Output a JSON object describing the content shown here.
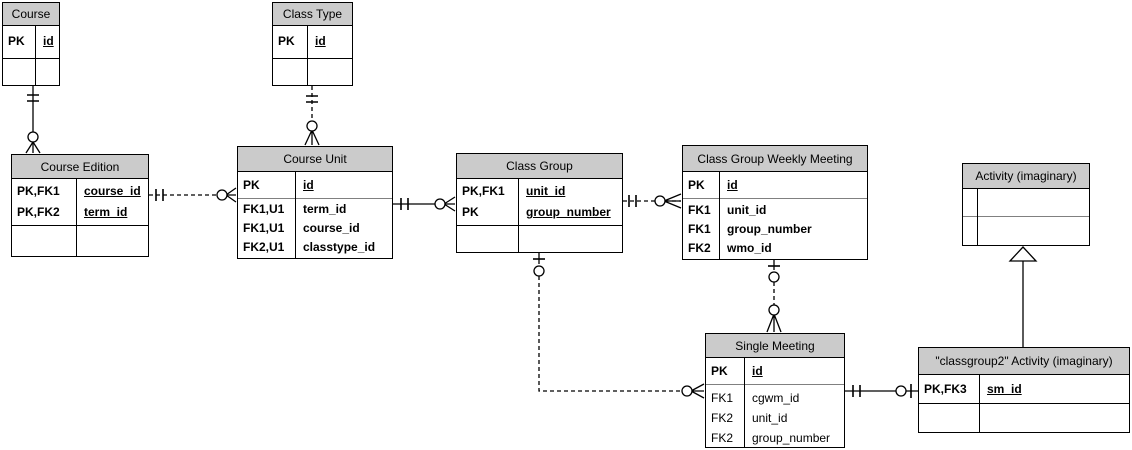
{
  "diagram": {
    "background_color": "#ffffff",
    "entity_header_fill": "#cbcbcb",
    "line_color": "#000000",
    "section_separator_color": "#808080",
    "notation": "crow's foot"
  },
  "entities": [
    {
      "id": "course",
      "title": "Course",
      "key_rows": [
        {
          "key": "PK",
          "field": "id"
        }
      ],
      "attr_rows": []
    },
    {
      "id": "class-type",
      "title": "Class Type",
      "key_rows": [
        {
          "key": "PK",
          "field": "id"
        }
      ],
      "attr_rows": []
    },
    {
      "id": "course-edition",
      "title": "Course Edition",
      "key_rows": [
        {
          "key": "PK,FK1",
          "field": "course_id"
        },
        {
          "key": "PK,FK2",
          "field": "term_id"
        }
      ],
      "attr_rows": []
    },
    {
      "id": "course-unit",
      "title": "Course Unit",
      "key_rows": [
        {
          "key": "PK",
          "field": "id"
        }
      ],
      "attr_rows": [
        {
          "key": "FK1,U1",
          "field": "term_id"
        },
        {
          "key": "FK1,U1",
          "field": "course_id"
        },
        {
          "key": "FK2,U1",
          "field": "classtype_id"
        }
      ]
    },
    {
      "id": "class-group",
      "title": "Class Group",
      "key_rows": [
        {
          "key": "PK,FK1",
          "field": "unit_id"
        },
        {
          "key": "PK",
          "field": "group_number"
        }
      ],
      "attr_rows": []
    },
    {
      "id": "class-group-weekly-meeting",
      "title": "Class Group Weekly Meeting",
      "key_rows": [
        {
          "key": "PK",
          "field": "id"
        }
      ],
      "attr_rows": [
        {
          "key": "FK1",
          "field": "unit_id"
        },
        {
          "key": "FK1",
          "field": "group_number"
        },
        {
          "key": "FK2",
          "field": "wmo_id"
        }
      ]
    },
    {
      "id": "activity-imaginary",
      "title": "Activity (imaginary)",
      "key_rows": [],
      "attr_rows": []
    },
    {
      "id": "single-meeting",
      "title": "Single Meeting",
      "key_rows": [
        {
          "key": "PK",
          "field": "id"
        }
      ],
      "attr_rows": [
        {
          "key": "FK1",
          "field": "cgwm_id"
        },
        {
          "key": "FK2",
          "field": "unit_id"
        },
        {
          "key": "FK2",
          "field": "group_number"
        }
      ]
    },
    {
      "id": "classgroup2-activity",
      "title": "\"classgroup2\" Activity (imaginary)",
      "key_rows": [
        {
          "key": "PK,FK3",
          "field": "sm_id"
        }
      ],
      "attr_rows": []
    }
  ],
  "relationships": [
    {
      "from": "Course",
      "to": "Course Edition",
      "from_cardinality": "exactly-one",
      "to_cardinality": "zero-or-many",
      "line": "solid"
    },
    {
      "from": "Class Type",
      "to": "Course Unit",
      "from_cardinality": "exactly-one",
      "to_cardinality": "zero-or-many",
      "line": "dashed"
    },
    {
      "from": "Course Edition",
      "to": "Course Unit",
      "from_cardinality": "exactly-one",
      "to_cardinality": "zero-or-many",
      "line": "dashed"
    },
    {
      "from": "Course Unit",
      "to": "Class Group",
      "from_cardinality": "exactly-one",
      "to_cardinality": "zero-or-many",
      "line": "solid"
    },
    {
      "from": "Class Group",
      "to": "Class Group Weekly Meeting",
      "from_cardinality": "exactly-one",
      "to_cardinality": "zero-or-many",
      "line": "dashed"
    },
    {
      "from": "Class Group",
      "to": "Single Meeting",
      "from_cardinality": "zero-or-one",
      "to_cardinality": "zero-or-many",
      "line": "dashed"
    },
    {
      "from": "Class Group Weekly Meeting",
      "to": "Single Meeting",
      "from_cardinality": "zero-or-one",
      "to_cardinality": "zero-or-many",
      "line": "dashed"
    },
    {
      "from": "Single Meeting",
      "to": "\"classgroup2\" Activity (imaginary)",
      "from_cardinality": "exactly-one",
      "to_cardinality": "zero-or-one",
      "line": "solid"
    },
    {
      "from": "Activity (imaginary)",
      "to": "\"classgroup2\" Activity (imaginary)",
      "type": "generalization",
      "line": "solid"
    }
  ]
}
